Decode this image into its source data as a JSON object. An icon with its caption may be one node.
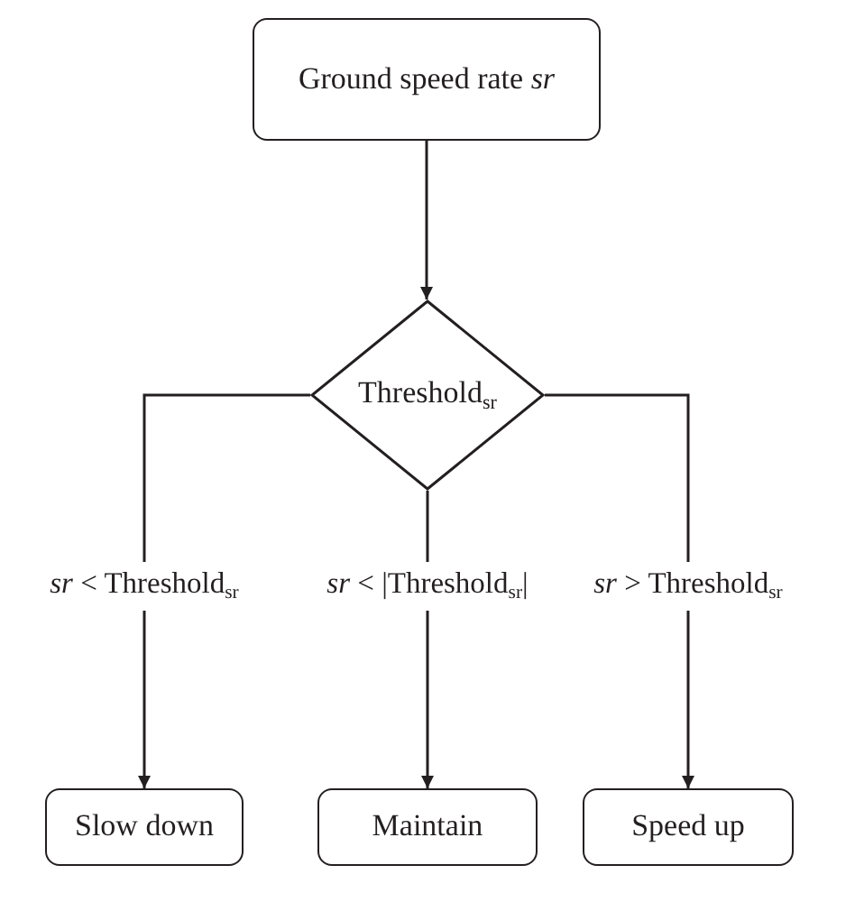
{
  "diagram": {
    "nodes": [
      {
        "text": [
          "Ground speed rate *sr*"
        ]
      },
      {
        "text": [
          "Threshold$_{sr}$"
        ]
      },
      {
        "text": [
          "Slow down"
        ]
      },
      {
        "text": [
          "Maintain"
        ]
      },
      {
        "text": [
          "Speed up"
        ]
      }
    ],
    "edges": [
      {
        "from": 0,
        "to": 1,
        "arrow": "to"
      },
      {
        "from": 1,
        "to": 2,
        "arrow": "to",
        "label": "*sr* < Threshold$_{sr}$"
      },
      {
        "from": 1,
        "to": 3,
        "arrow": "to",
        "label": "*sr* < |Threshold$_{sr}$|"
      },
      {
        "from": 1,
        "to": 4,
        "arrow": "to",
        "label": "*sr* > Threshold$_{sr}$"
      }
    ]
  }
}
